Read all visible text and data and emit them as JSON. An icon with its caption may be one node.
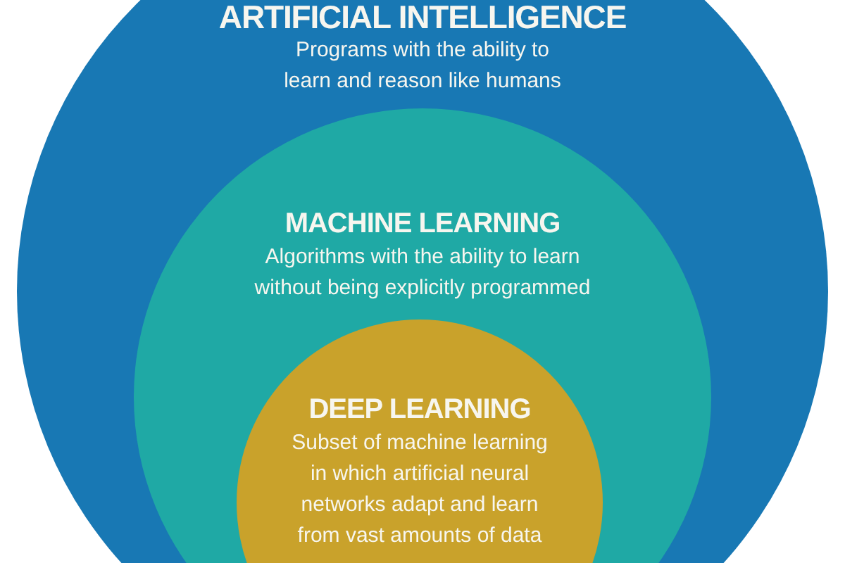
{
  "diagram": {
    "nodes": [
      {
        "text": [
          "ARTIFICIAL INTELLIGENCE",
          "Programs with the ability to learn and reason like humans"
        ]
      },
      {
        "text": [
          "MACHINE LEARNING",
          "Algorithms with the ability to learn without being explicitly programmed"
        ],
        "in": 0
      },
      {
        "text": [
          "DEEP LEARNING",
          "Subset of machine learning in which artificial neural networks adapt and learn from vast amounts of data"
        ],
        "in": 1
      }
    ]
  }
}
